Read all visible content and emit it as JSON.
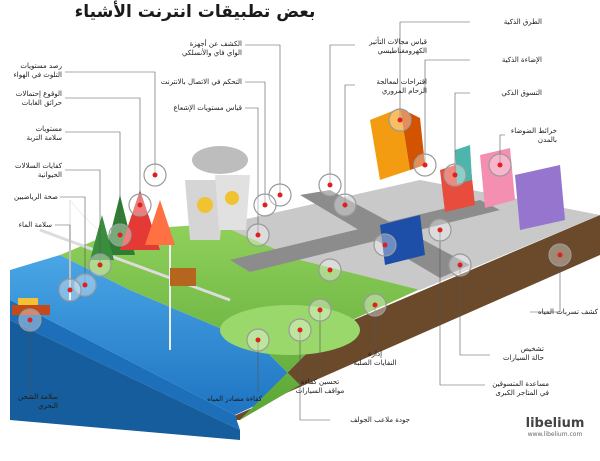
{
  "title": "بعض تطبيقات انترنت الأشياء",
  "labels": {
    "air_pollution": "رصد مستويات\nالتلوث في الهواء",
    "forest_fire": "الوقوع إحتمالات\nحرائق الغابات",
    "soil_moisture": "مستويات\nسلامة التربة",
    "wildlife_nets": "كفايات السلالات\nالحيوانية",
    "sports_health": "صحة الرياضيين",
    "water_safety": "سلامة الماء",
    "sea_safety": "سلامة الشحن البحري",
    "wifi_detection": "الكشف عن أجهزة\nالواي فاي والأنسلكي",
    "internet_control": "التحكم في الاتصال بالانترنت",
    "radiation": "قياس مستويات الإشعاع",
    "electro_radiation": "قياس مجالات التأثير\nالكهرومغناطيسي",
    "traffic": "اقتراحات لمعالجة\nالزحام المروري",
    "smart_roads": "الطرق الذكية",
    "smart_lighting": "الإضاءة الذكية",
    "smart_shopping": "التسوق الذكي",
    "noise_maps": "خرائط الضوضاء\nبالمدن",
    "water_leak": "كشف تسربات المياه",
    "vehicle_diag": "تشخيص\nحالة السيارات",
    "lift_help": "مساعدة المتسوقين\nفي المتاجر الكبرى",
    "waste": "إدارة\nالنفايات الصلبة",
    "parking": "تحسين كفاءة\nمواقف السيارات",
    "golf": "جودة ملاعب الجولف",
    "water_sources": "كفاءة مصادر المياه"
  },
  "brand": {
    "name": "libelium",
    "url": "www.libelium.com"
  },
  "colors": {
    "sea": "#2f8fd6",
    "sea_front": "#1c6fb8",
    "grass": "#7cc04a",
    "ground": "#6b4a2b",
    "road": "#8c8c8c",
    "sensor_ring": "#9a9a9a",
    "sensor_dot": "#e01f1f"
  }
}
